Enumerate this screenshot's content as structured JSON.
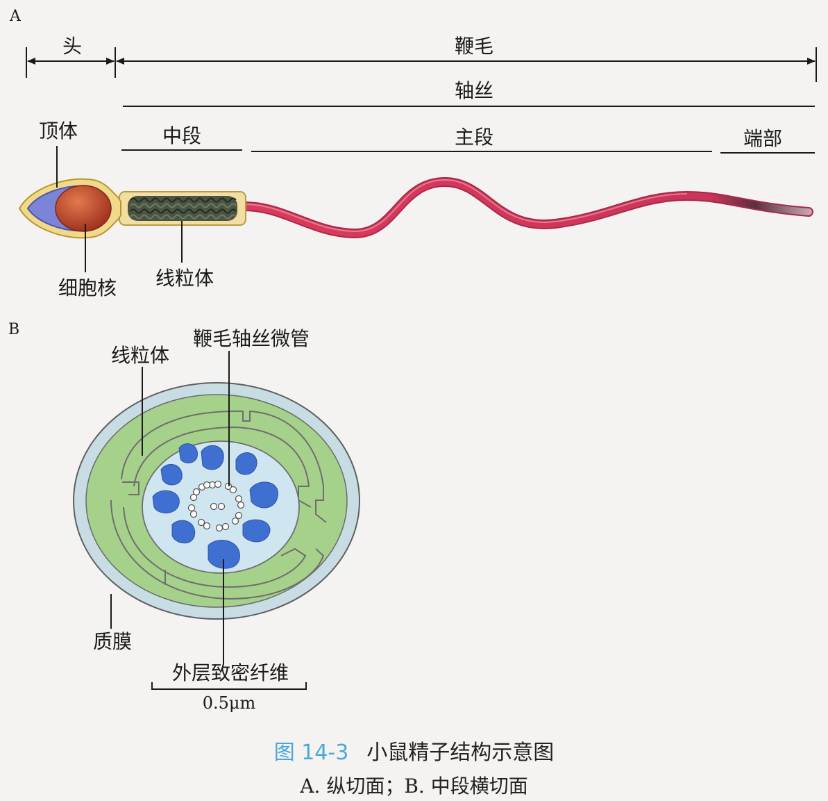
{
  "panel_a": {
    "letter": "A",
    "head": "头",
    "flagellum": "鞭毛",
    "axoneme": "轴丝",
    "middle_piece": "中段",
    "principal_piece": "主段",
    "end_piece": "端部",
    "acrosome": "顶体",
    "nucleus": "细胞核",
    "mitochondria": "线粒体"
  },
  "panel_b": {
    "letter": "B",
    "mitochondria": "线粒体",
    "axoneme_microtubules": "鞭毛轴丝微管",
    "plasma_membrane": "质膜",
    "outer_dense_fibers": "外层致密纤维",
    "scale": "0.5μm"
  },
  "caption": {
    "figure_number": "图 14-3",
    "title": "小鼠精子结构示意图",
    "subtitle": "A. 纵切面；B. 中段横切面"
  },
  "colors": {
    "acrosome": "#7b84d6",
    "head_outer": "#f0d98a",
    "nucleus": "#c24a2c",
    "midpiece_fill": "#f2dea0",
    "mito_coil": "#3c4636",
    "tail": "#d93b5d",
    "membrane": "#c7dce3",
    "cytoplasm": "#a6d18a",
    "axoneme_bg": "#cfe6f0",
    "dense_fiber": "#3f6fd0",
    "caption_number": "#4aa6dc"
  }
}
